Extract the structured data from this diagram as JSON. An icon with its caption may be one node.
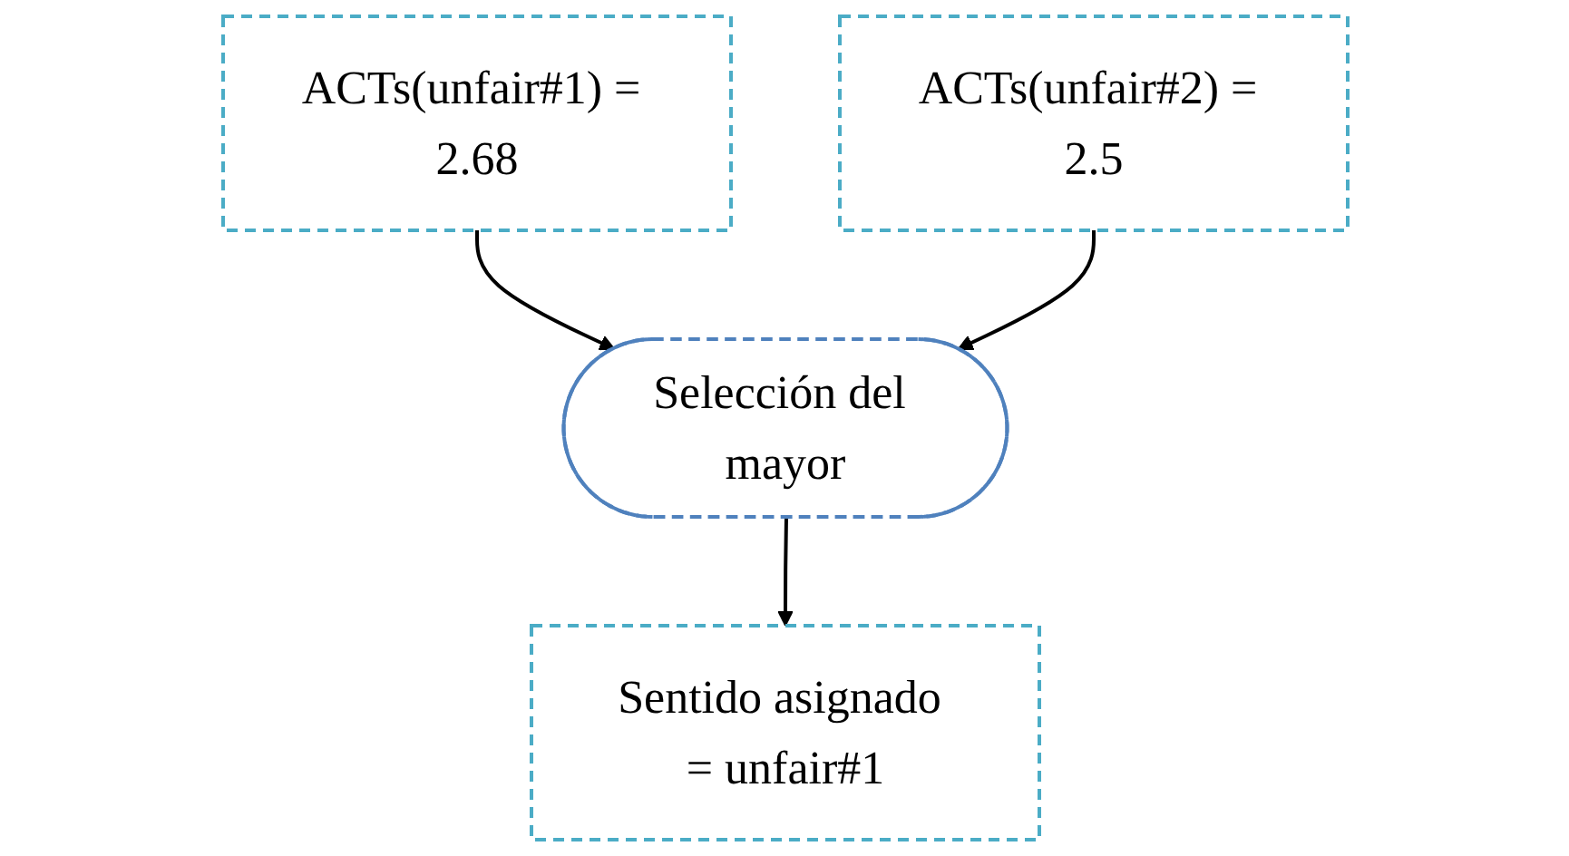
{
  "diagram": {
    "nodes": [
      {
        "text": [
          "ACTs(unfair#1) = 2.68"
        ]
      },
      {
        "text": [
          "ACTs(unfair#2) = 2.5"
        ]
      },
      {
        "text": [
          "Selección del mayor"
        ]
      },
      {
        "text": [
          "Sentido asignado = unfair#1"
        ]
      }
    ],
    "edges": [
      {
        "from": 0,
        "to": 2,
        "arrow": "to"
      },
      {
        "from": 1,
        "to": 2,
        "arrow": "to"
      },
      {
        "from": 2,
        "to": 3,
        "arrow": "to"
      }
    ]
  }
}
